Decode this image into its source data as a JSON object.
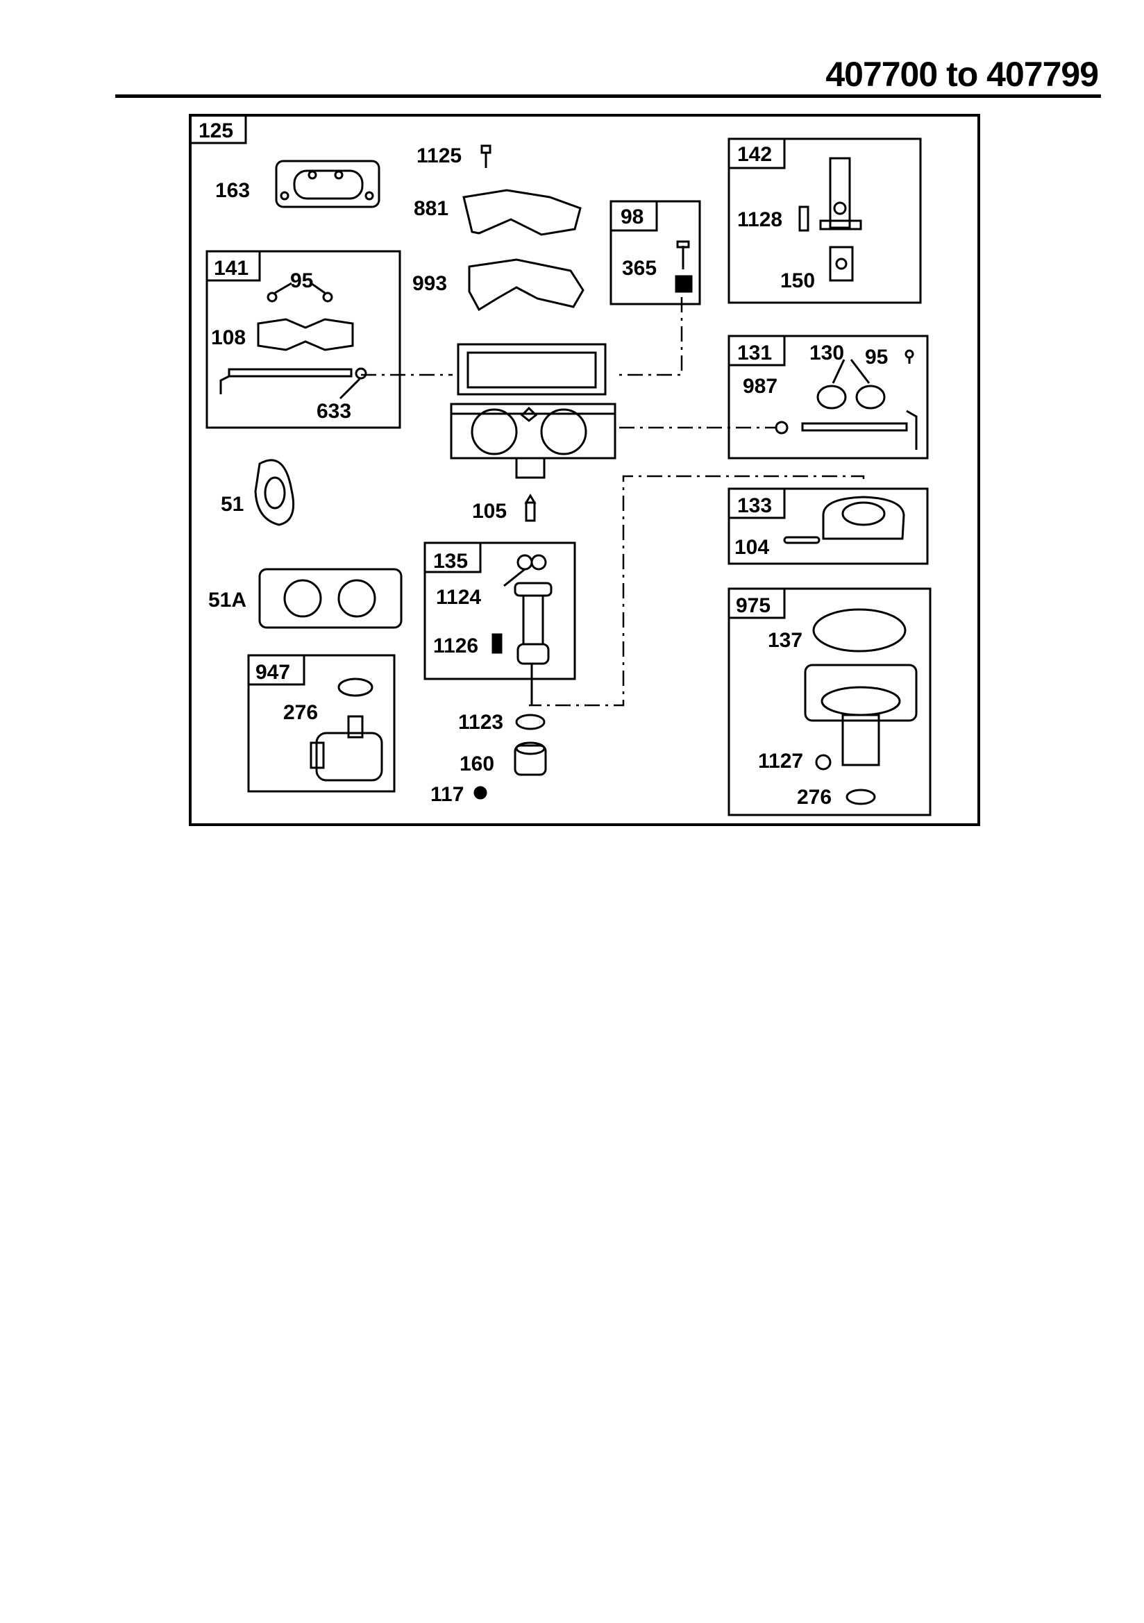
{
  "header": {
    "title": "407700 to 407799"
  },
  "main_kit": "125",
  "kits": {
    "k141": {
      "id": "141",
      "parts": [
        "95",
        "108",
        "633"
      ]
    },
    "k98": {
      "id": "98",
      "parts": [
        "365"
      ]
    },
    "k142": {
      "id": "142",
      "parts": [
        "1128",
        "150"
      ]
    },
    "k131": {
      "id": "131",
      "parts": [
        "130",
        "95",
        "987"
      ]
    },
    "k133": {
      "id": "133",
      "parts": [
        "104"
      ]
    },
    "k135": {
      "id": "135",
      "parts": [
        "1124",
        "1126"
      ]
    },
    "k975": {
      "id": "975",
      "parts": [
        "137",
        "1127",
        "276"
      ]
    },
    "k947": {
      "id": "947",
      "parts": [
        "276"
      ]
    }
  },
  "loose_parts": [
    "1125",
    "163",
    "881",
    "993",
    "51",
    "51A",
    "105",
    "1123",
    "160",
    "117"
  ]
}
